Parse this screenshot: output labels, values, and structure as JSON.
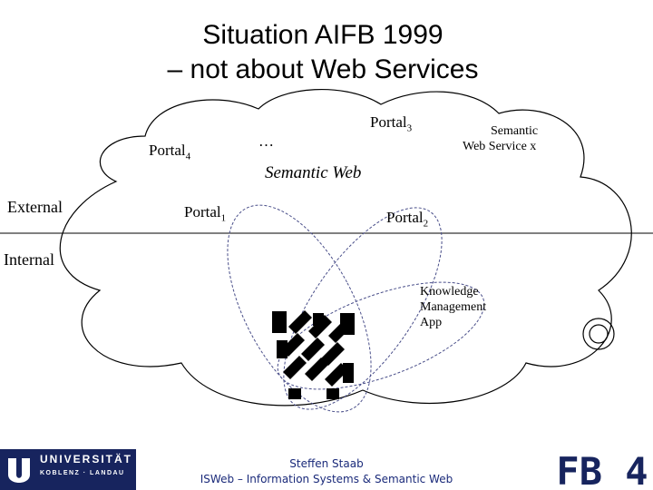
{
  "title": {
    "line1": "Situation AIFB 1999",
    "line2": "–  not about Web Services"
  },
  "diagram": {
    "external": "External",
    "internal": "Internal",
    "ellipsis": "…",
    "semantic_web": "Semantic Web",
    "portal_prefix": "Portal",
    "portal3_sub": "3",
    "portal4_sub": "4",
    "portal1_sub": "1",
    "portal2_sub": "2",
    "sws_line1": "Semantic",
    "sws_line2": "Web Service x",
    "km_line1": "Knowledge",
    "km_line2": "Management",
    "km_line3": "App"
  },
  "footer": {
    "university": "UNIVERSITÄT",
    "university_sub": "KOBLENZ · LANDAU",
    "speaker": "Steffen Staab",
    "group": "ISWeb – Information Systems & Semantic Web",
    "badge": "FB 4",
    "brand_color": "#17245e"
  }
}
